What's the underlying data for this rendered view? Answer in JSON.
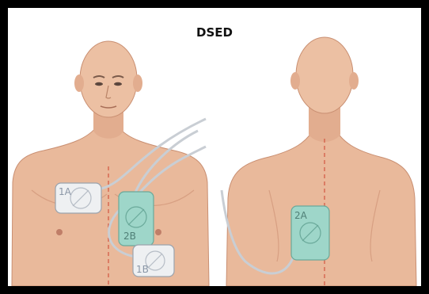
{
  "title": "DSED",
  "pads": {
    "pad_1a": {
      "label": "1A",
      "color": "#eef0f2",
      "text_color": "#8a96a6"
    },
    "pad_2b": {
      "label": "2B",
      "color": "#9ed6c9",
      "text_color": "#4f7f76"
    },
    "pad_1b": {
      "label": "1B",
      "color": "#eef0f2",
      "text_color": "#8a96a6"
    },
    "pad_2a": {
      "label": "2A",
      "color": "#9ed6c9",
      "text_color": "#4f7f76"
    }
  },
  "colors": {
    "skin": "#e9b99b",
    "skin_shadow": "#d79f82",
    "midline": "#d2553f",
    "cable": "#c9ced4"
  }
}
